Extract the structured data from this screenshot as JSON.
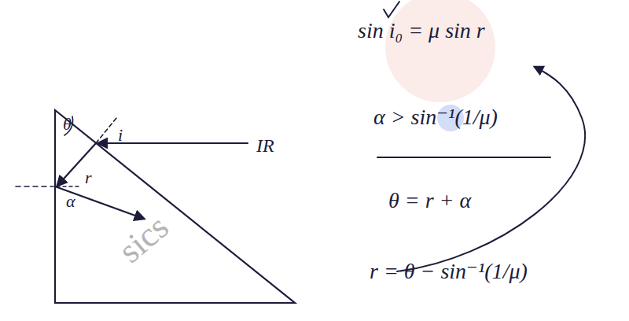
{
  "diagram": {
    "labels": [
      "θ",
      "i",
      "r",
      "α",
      "IR",
      "sin i₀ = μ sin r",
      "α > sin⁻¹(1/μ)",
      "θ = r + α",
      "r = θ − sin⁻¹(1/μ)",
      "sics"
    ]
  }
}
